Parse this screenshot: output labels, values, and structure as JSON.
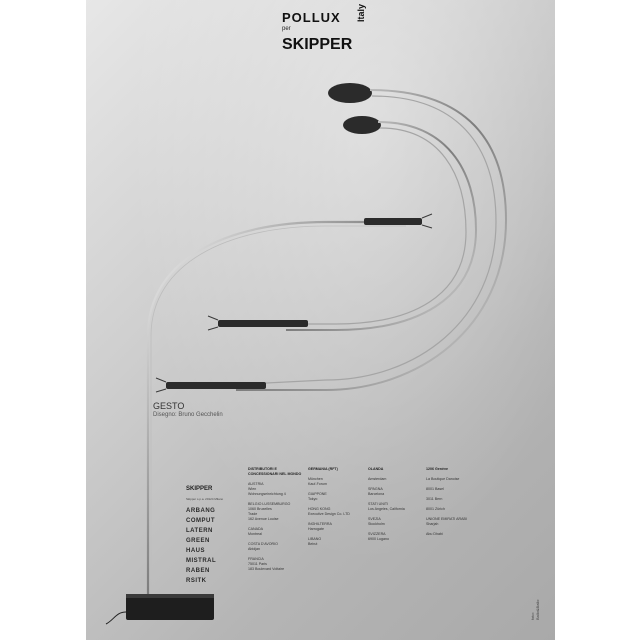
{
  "brand": {
    "pollux": "POLLUX",
    "per": "per",
    "skipper": "SKIPPER",
    "italy": "Italy"
  },
  "product": {
    "name": "GESTO",
    "designer": "Disegno: Bruno Gecchelin"
  },
  "distributors": [
    {
      "heading": "DISTRIBUTORI E CONCESSIONARI NEL MONDO",
      "lines": [
        "AUSTRIA",
        "Wien",
        "Wohnungseinrichtung 4",
        "",
        "BELGIO LUSSEMBURGO",
        "1060 Bruxelles",
        "Trade",
        "162 Avenue Louise",
        "",
        "CANADA",
        "Montreal",
        "",
        "COSTA D'AVORIO",
        "Abidjan",
        "",
        "FRANCIA",
        "75011 Paris",
        "183 Boulevard Voltaire"
      ]
    },
    {
      "heading": "GERMANIA (RFT)",
      "lines": [
        "München",
        "Kauf-Forum",
        "",
        "GIAPPONE",
        "Tokyo",
        "",
        "HONG KONG",
        "Executive Design Co. LTD",
        "",
        "INGHILTERRA",
        "Harrogate",
        "",
        "LIBANO",
        "Beirut"
      ]
    },
    {
      "heading": "OLANDA",
      "lines": [
        "Amsterdam",
        "",
        "SPAGNA",
        "Barcelona",
        "",
        "STATI UNITI",
        "Los Angeles, California",
        "",
        "SVEZIA",
        "Stockholm",
        "",
        "SVIZZERA",
        "6900 Lugano"
      ]
    },
    {
      "heading": "1206 Genève",
      "lines": [
        "La Boutique Danoise",
        "",
        "8001 Basel",
        "",
        "3011 Bern",
        "",
        "8001 Zürich",
        "",
        "UNIONE EMIRATI ARABI",
        "Sharjah",
        "",
        "Abu Dhabi"
      ]
    }
  ],
  "logos": [
    "ARBANG",
    "COMPUT",
    "LATERN",
    "GREEN",
    "HAUS",
    "MISTRAL",
    "RABEN",
    "RSITK"
  ],
  "mini_logo": {
    "name": "SKIPPER",
    "sub": "Skipper s.p.a. 20124 Milano"
  },
  "credit": "foto: Ballo&Ballo",
  "colors": {
    "background": "#ffffff",
    "poster_light": "#e7e7e7",
    "poster_dark": "#a9a9a9",
    "chrome": "#8a8a8a",
    "lamp_head": "#2b2b2b",
    "base": "#1e1e1e"
  }
}
